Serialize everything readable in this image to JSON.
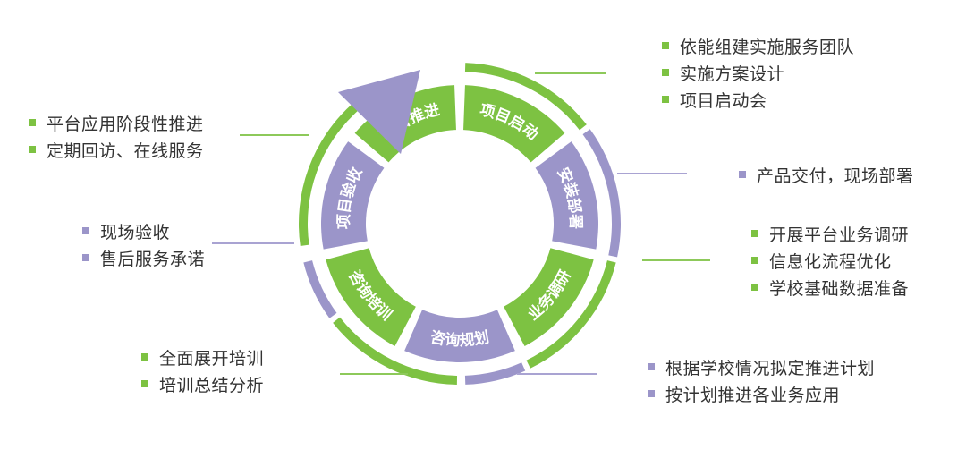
{
  "colors": {
    "green": "#7dc242",
    "purple": "#9b95c9"
  },
  "segments": [
    {
      "label": "项目启动",
      "color": "green"
    },
    {
      "label": "安装部署",
      "color": "purple"
    },
    {
      "label": "业务调研",
      "color": "green"
    },
    {
      "label": "咨询规划",
      "color": "purple"
    },
    {
      "label": "咨询培训",
      "color": "green"
    },
    {
      "label": "项目验收",
      "color": "purple"
    },
    {
      "label": "项目推进",
      "color": "green"
    }
  ],
  "groups": [
    {
      "color": "green",
      "items": [
        "依能组建实施服务团队",
        "实施方案设计",
        "项目启动会"
      ]
    },
    {
      "color": "purple",
      "items": [
        "产品交付，现场部署"
      ]
    },
    {
      "color": "green",
      "items": [
        "开展平台业务调研",
        "信息化流程优化",
        "学校基础数据准备"
      ]
    },
    {
      "color": "purple",
      "items": [
        "根据学校情况拟定推进计划",
        "按计划推进各业务应用"
      ]
    },
    {
      "color": "green",
      "items": [
        "全面展开培训",
        "培训总结分析"
      ]
    },
    {
      "color": "purple",
      "items": [
        "现场验收",
        "售后服务承诺"
      ]
    },
    {
      "color": "green",
      "items": [
        "平台应用阶段性推进",
        "定期回访、在线服务"
      ]
    }
  ]
}
